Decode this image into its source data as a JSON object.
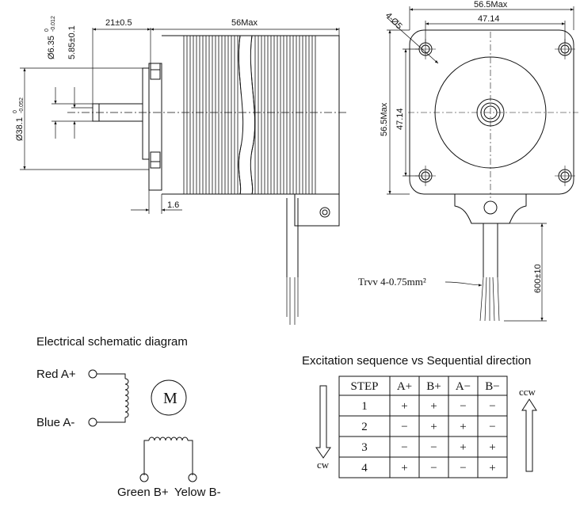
{
  "side_view": {
    "shaft_dia": "Ø6.35",
    "shaft_dia_tol_top": "0",
    "shaft_dia_tol_bottom": "-0.012",
    "flat": "5.85±0.1",
    "boss_dia": "Ø38.1",
    "boss_tol_top": "0",
    "boss_tol_bottom": "-0.052",
    "shaft_len": "21±0.5",
    "body_len": "56Max",
    "flange_thk": "1.6"
  },
  "front_view": {
    "width_max": "56.5Max",
    "hole_pitch_h": "47.14",
    "holes": "4-Ø5",
    "height_max": "56.5Max",
    "hole_pitch_v": "47.14",
    "cable_spec": "Trvv 4-0.75mm²",
    "cable_len": "600±10"
  },
  "schematic": {
    "title": "Electrical schematic diagram",
    "red": "Red A+",
    "blue": "Blue A-",
    "motor": "M",
    "green": "Green B+",
    "yellow": "Yelow B-"
  },
  "sequence": {
    "title": "Excitation sequence vs Sequential direction",
    "cw": "cw",
    "ccw": "ccw",
    "headers": [
      "STEP",
      "A+",
      "B+",
      "A−",
      "B−"
    ],
    "rows": [
      [
        "1",
        "+",
        "+",
        "−",
        "−"
      ],
      [
        "2",
        "−",
        "+",
        "+",
        "−"
      ],
      [
        "3",
        "−",
        "−",
        "+",
        "+"
      ],
      [
        "4",
        "+",
        "−",
        "−",
        "+"
      ]
    ]
  }
}
